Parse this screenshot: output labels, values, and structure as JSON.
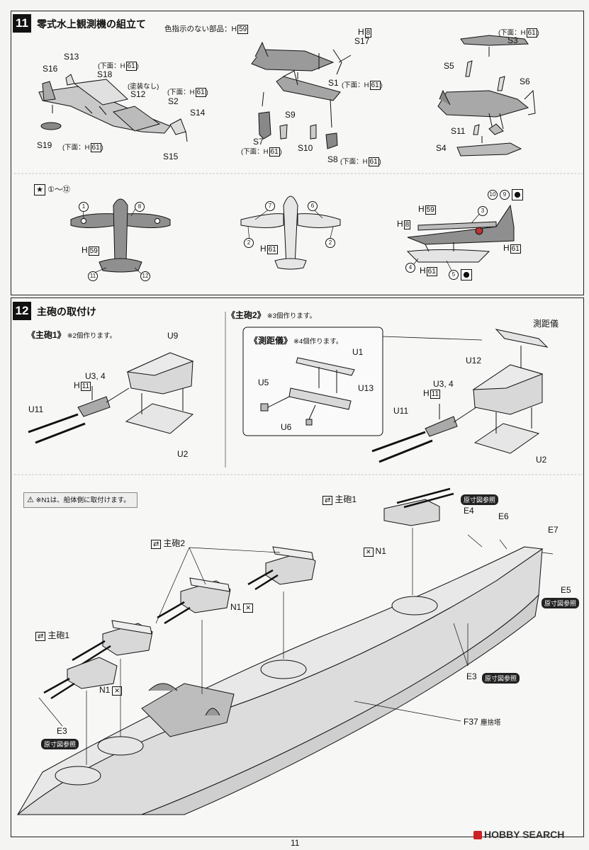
{
  "step11": {
    "num": "11",
    "title": "零式水上観測機の組立て",
    "color_note_prefix": "色指示のない部品：",
    "color_note_code": "H",
    "color_note_num": "59",
    "parts": {
      "s13": "S13",
      "s16": "S16",
      "s18": "S18",
      "s12": "S12",
      "s2": "S2",
      "s14": "S14",
      "s15": "S15",
      "s19": "S19",
      "h8": "H",
      "h8n": "8",
      "s17": "S17",
      "s1": "S1",
      "s9": "S9",
      "s7": "S7",
      "s10": "S10",
      "s8": "S8",
      "s3": "S3",
      "s5": "S5",
      "s6": "S6",
      "s11": "S11",
      "s4": "S4"
    },
    "notes": {
      "below": "(下面：",
      "h": "H",
      "n61": "61",
      "close": ")",
      "no_paint": "(塗装なし)"
    },
    "decal_range_start": "①",
    "decal_range_sep": "〜",
    "decal_range_end": "⑫",
    "decal_h59": "H",
    "decal_h59n": "59",
    "decal_h8": "H",
    "decal_h8n": "8",
    "decal_h61": "H",
    "decal_h61n": "61"
  },
  "step12": {
    "num": "12",
    "title": "主砲の取付け",
    "gun1_title": "《主砲1》",
    "gun1_note": "※2個作ります。",
    "gun2_title": "《主砲2》",
    "gun2_note": "※3個作ります。",
    "rf_title": "《測距儀》",
    "rf_note": "※4個作ります。",
    "rangefinder": "測距儀",
    "parts": {
      "u9": "U9",
      "u34": "U3, 4",
      "h11": "H",
      "h11n": "11",
      "u11": "U11",
      "u2": "U2",
      "u1": "U1",
      "u5": "U5",
      "u13": "U13",
      "u6": "U6",
      "u12": "U12"
    }
  },
  "assembly": {
    "warning": "※N1は、船体側に取付けます。",
    "gun1": "主砲1",
    "gun2": "主砲2",
    "n1": "N1",
    "e4": "E4",
    "e6": "E6",
    "e7": "E7",
    "e5": "E5",
    "e3": "E3",
    "f37": "F37",
    "f37_label": "塵捨塔",
    "ref_badge": "原寸図参照"
  },
  "footer": {
    "page_number": "11",
    "watermark": "HOBBY SEARCH"
  },
  "colors": {
    "ink": "#111111",
    "paper": "#f4f4f2",
    "grey_paint": "#8f8f8f",
    "light_grey": "#c9c9c9",
    "hull": "#dcdcdc"
  }
}
